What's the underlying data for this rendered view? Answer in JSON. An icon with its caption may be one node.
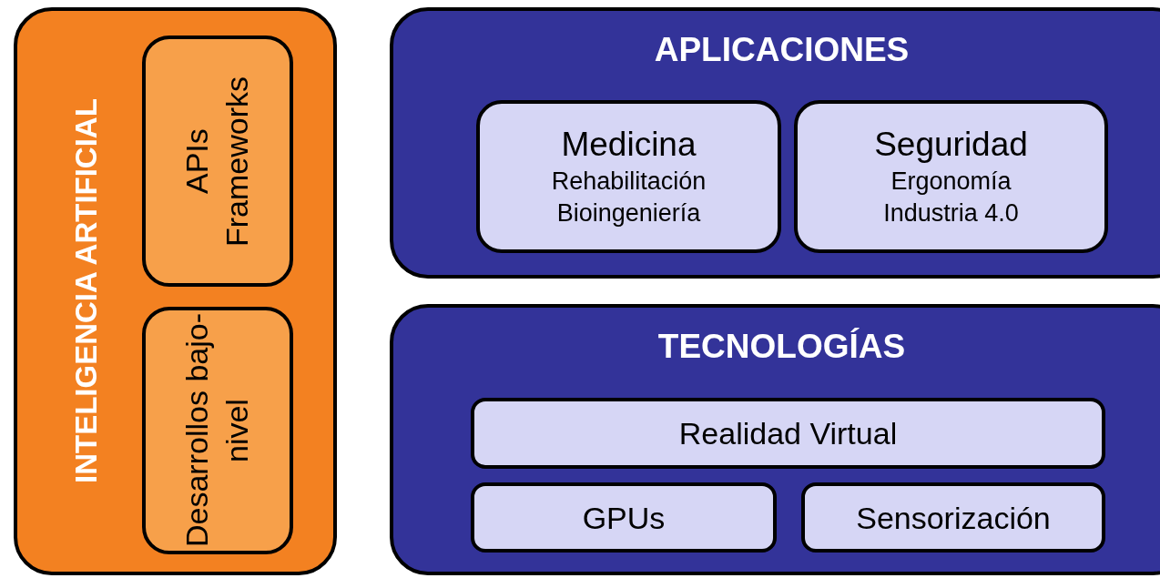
{
  "diagram": {
    "nodes": [
      {
        "text": [
          "INTELIGENCIA ARTIFICIAL"
        ]
      },
      {
        "text": [
          "APIs Frameworks"
        ],
        "in": 0
      },
      {
        "text": [
          "Desarrollos bajo-nivel"
        ],
        "in": 0
      },
      {
        "text": [
          "APLICACIONES"
        ]
      },
      {
        "text": [
          "Medicina",
          "Rehabilitación",
          "Bioingeniería"
        ],
        "in": 3
      },
      {
        "text": [
          "Seguridad",
          "Ergonomía",
          "Industria 4.0"
        ],
        "in": 3
      },
      {
        "text": [
          "TECNOLOGÍAS"
        ]
      },
      {
        "text": [
          "Realidad Virtual"
        ],
        "in": 6
      },
      {
        "text": [
          "GPUs"
        ],
        "in": 6
      },
      {
        "text": [
          "Sensorización"
        ],
        "in": 6
      }
    ]
  }
}
